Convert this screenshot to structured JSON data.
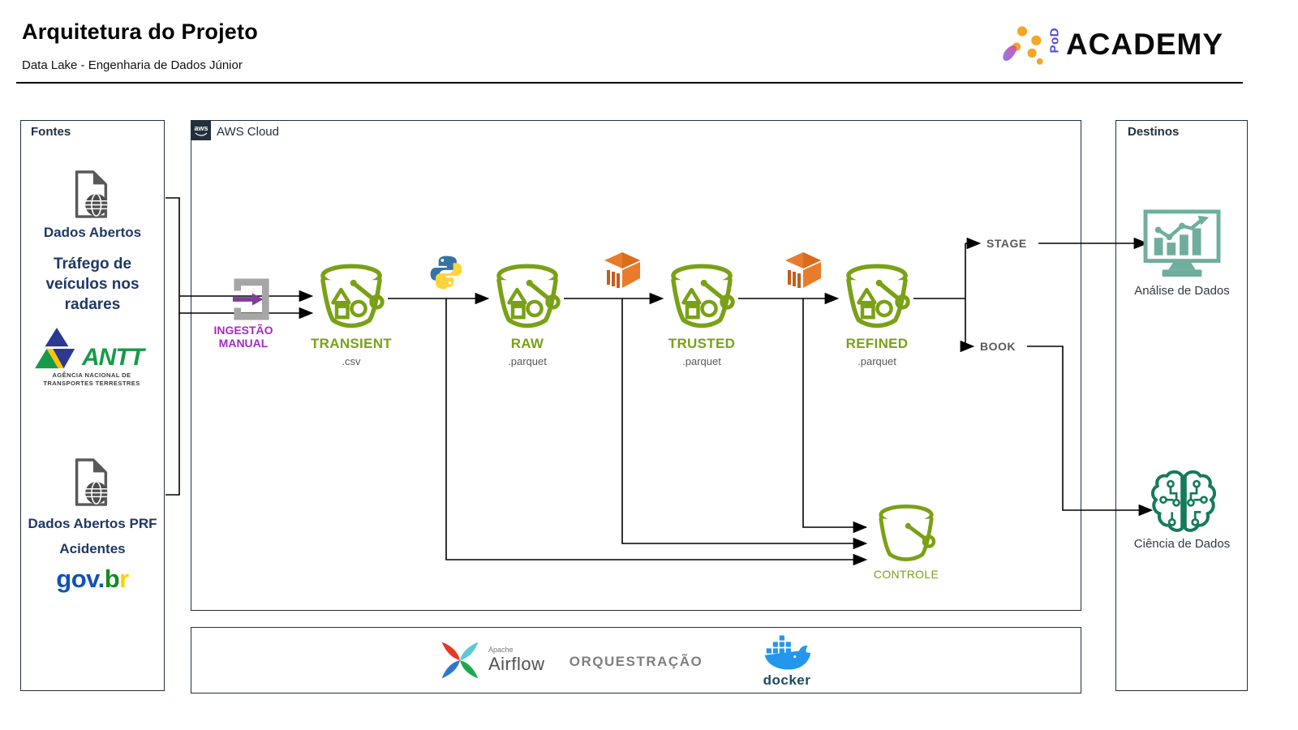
{
  "header": {
    "title": "Arquitetura do Projeto",
    "subtitle": "Data Lake - Engenharia de Dados Júnior",
    "brand": {
      "pod": "PoD",
      "academy": "ACADEMY"
    }
  },
  "fontes": {
    "label": "Fontes",
    "source1": {
      "name": "Dados Abertos",
      "desc": "Tráfego de\nveículos nos\nradares",
      "org": "ANTT",
      "org_sub": "AGÊNCIA NACIONAL DE\nTRANSPORTES TERRESTRES"
    },
    "source2": {
      "name": "Dados Abertos PRF",
      "desc": "Acidentes",
      "gov": "gov",
      "dot": ".",
      "b": "b",
      "r": "r"
    }
  },
  "aws": {
    "label": "AWS Cloud",
    "badge": "aws",
    "ingestao": "INGESTÃO\nMANUAL",
    "buckets": [
      {
        "name": "TRANSIENT",
        "format": ".csv"
      },
      {
        "name": "RAW",
        "format": ".parquet"
      },
      {
        "name": "TRUSTED",
        "format": ".parquet"
      },
      {
        "name": "REFINED",
        "format": ".parquet"
      }
    ],
    "control_bucket": "CONTROLE",
    "stage_label": "STAGE",
    "book_label": "BOOK"
  },
  "destinos": {
    "label": "Destinos",
    "analise": "Análise de Dados",
    "ciencia": "Ciência de Dados"
  },
  "orquestracao": {
    "label": "ORQUESTRAÇÃO",
    "airflow_small": "Apache",
    "airflow": "Airflow",
    "docker": "docker"
  },
  "colors": {
    "bucket_green": "#7AA116",
    "glue_orange": "#E97B2C",
    "panel_navy": "#22303F",
    "source_blue": "#1F3864",
    "ingest_purple": "#A32CC4",
    "monitor_teal": "#6FAE9E",
    "brain_teal": "#167A5C",
    "flow_gray": "#595959"
  }
}
